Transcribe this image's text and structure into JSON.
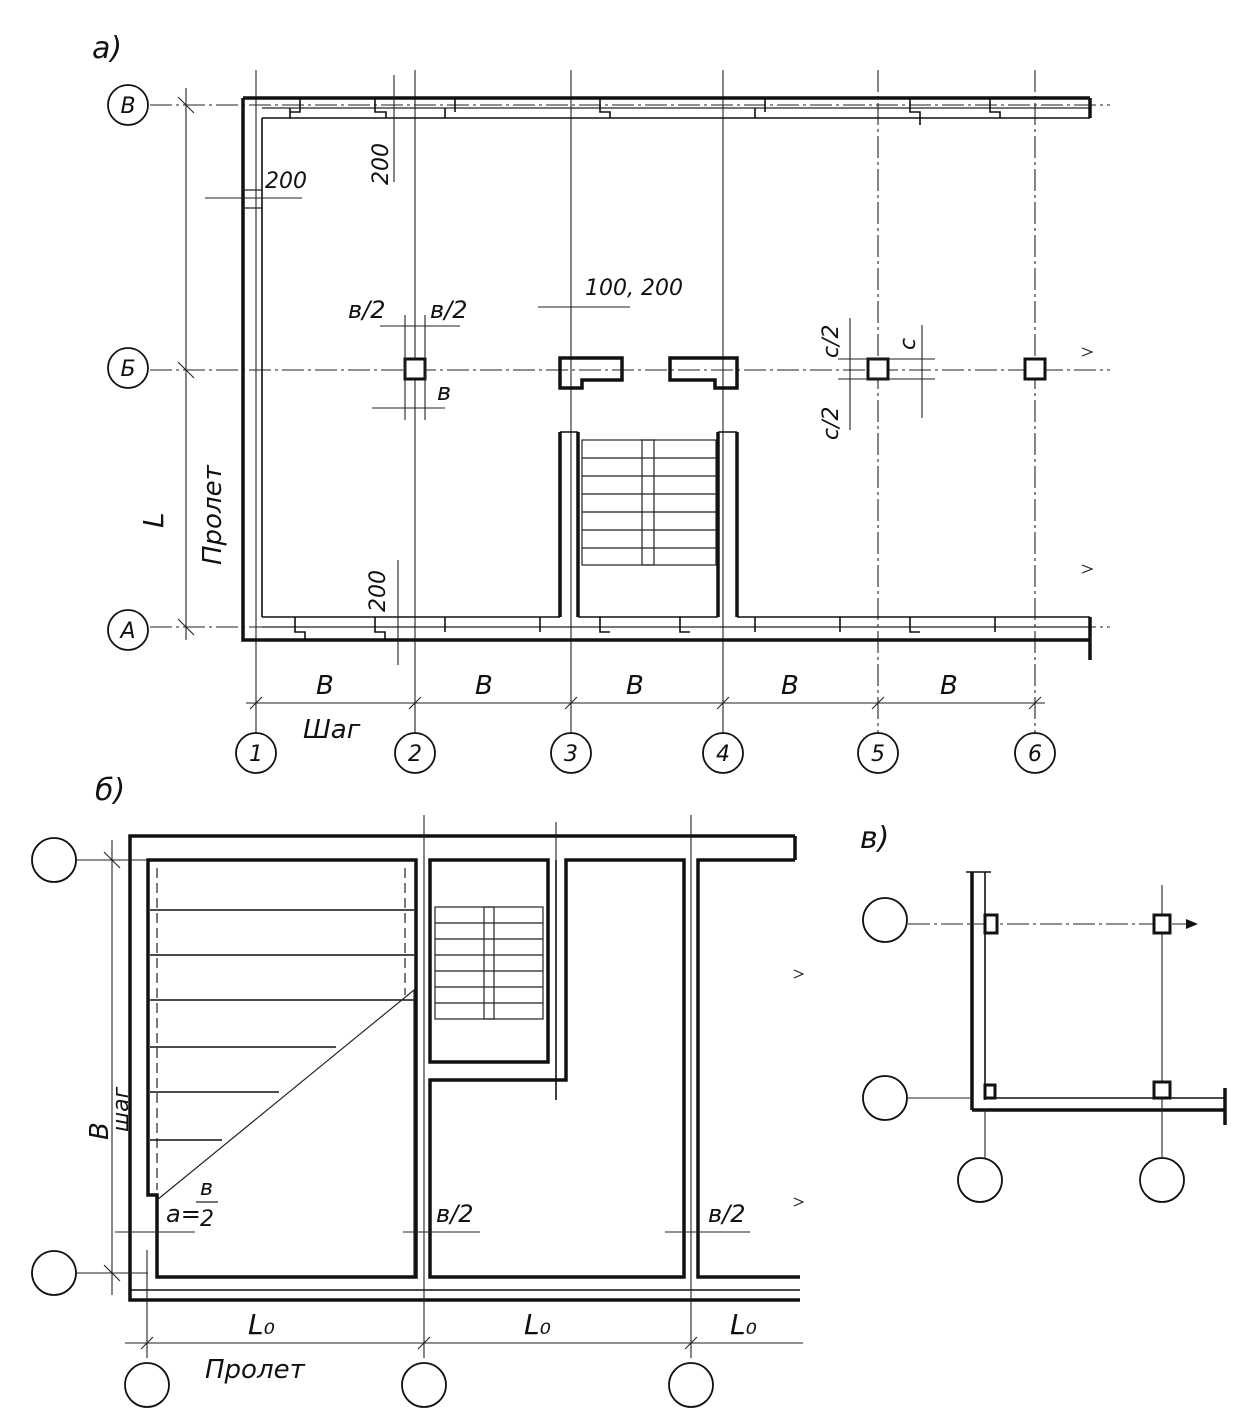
{
  "panels": {
    "a": {
      "label": "а)",
      "row_axes": [
        "В",
        "Б",
        "А"
      ],
      "column_axes": [
        "1",
        "2",
        "3",
        "4",
        "5",
        "6"
      ],
      "bay_labels": [
        "В",
        "В",
        "В",
        "В",
        "В"
      ],
      "step_label": "Шаг",
      "span_letter": "L",
      "span_word": "Пролет",
      "dims": {
        "d200_left": "200",
        "d200_top": "200",
        "d200_bottom": "200",
        "d100_200": "100, 200",
        "b_half_left": "в/2",
        "b_half_right": "в/2",
        "b": "в",
        "c_half_top": "с/2",
        "c_half_bottom": "с/2",
        "c": "с"
      }
    },
    "b": {
      "label": "б)",
      "span_labels": [
        "L₀",
        "L₀",
        "L₀"
      ],
      "span_word": "Пролет",
      "step_letter": "В",
      "step_word": "шаг",
      "a_eq": "а=",
      "a_num": "в",
      "a_den": "2",
      "b_half_1": "в/2",
      "b_half_2": "в/2"
    },
    "c": {
      "label": "в)"
    }
  }
}
